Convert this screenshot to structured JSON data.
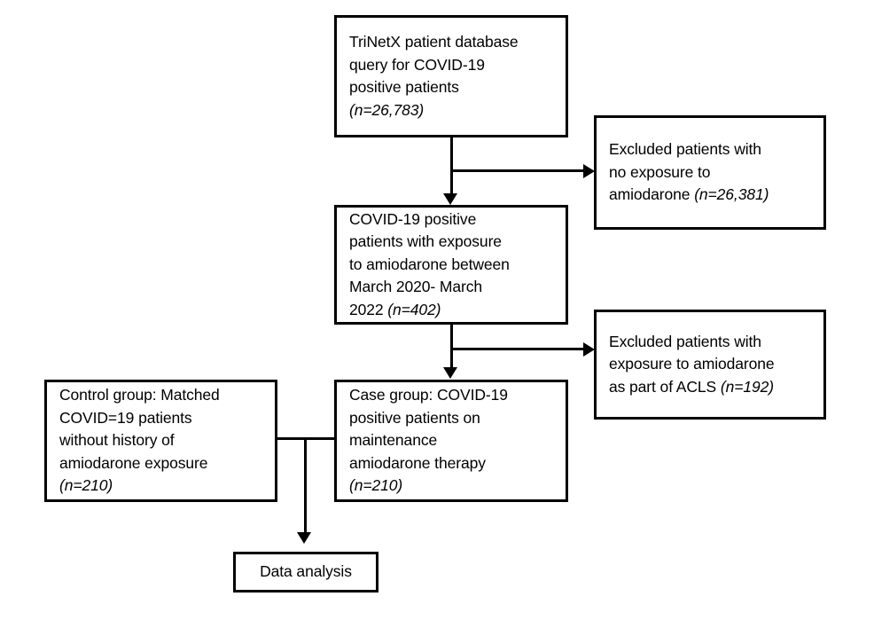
{
  "diagram": {
    "title": "Study population flow diagram",
    "colors": {
      "stroke": "#000000",
      "background": "#ffffff",
      "text": "#000000"
    },
    "nodes": {
      "source": {
        "name": "TriNetX source query",
        "lines": [
          {
            "text": "TriNetX patient database",
            "italic": false
          },
          {
            "text": "query for COVID-19",
            "italic": false
          },
          {
            "text": "positive patients",
            "italic": false
          },
          {
            "text": "(n=26,783)",
            "italic": true
          }
        ],
        "count": "26,783"
      },
      "exposed": {
        "name": "COVID-19 positive with amiodarone exposure",
        "lines": [
          {
            "text": "COVID-19 positive",
            "italic": false
          },
          {
            "text": "patients with exposure",
            "italic": false
          },
          {
            "text": "to amiodarone between",
            "italic": false
          },
          {
            "text": "March 2020- March",
            "italic": false
          },
          {
            "text": "2022 (n=402)",
            "italic": false,
            "italic_tail": "(n=402)"
          }
        ],
        "count": "402"
      },
      "excluded_1": {
        "name": "Excluded no exposure",
        "lines": [
          {
            "text": "Excluded patients with",
            "italic": false
          },
          {
            "text": "no exposure to",
            "italic": false
          },
          {
            "text": "amiodarone (n=26,381)",
            "italic": false,
            "italic_tail": "(n=26,381)"
          }
        ],
        "count": "26,381"
      },
      "excluded_2": {
        "name": "Excluded ACLS exposure",
        "lines": [
          {
            "text": "Excluded patients with",
            "italic": false
          },
          {
            "text": "exposure to amiodarone",
            "italic": false
          },
          {
            "text": "as part of ACLS (n=192)",
            "italic": false,
            "italic_tail": "(n=192)"
          }
        ],
        "count": "192"
      },
      "control": {
        "name": "Control group",
        "lines": [
          {
            "text": "Control group: Matched",
            "italic": false
          },
          {
            "text": "COVID=19 patients",
            "italic": false
          },
          {
            "text": "without history of",
            "italic": false
          },
          {
            "text": "amiodarone exposure",
            "italic": false
          },
          {
            "text": "(n=210)",
            "italic": true
          }
        ],
        "count": "210"
      },
      "case": {
        "name": "Case group",
        "lines": [
          {
            "text": "Case group: COVID-19",
            "italic": false
          },
          {
            "text": "positive patients on",
            "italic": false
          },
          {
            "text": "maintenance",
            "italic": false
          },
          {
            "text": "amiodarone therapy",
            "italic": false
          },
          {
            "text": "(n=210)",
            "italic": true
          }
        ],
        "count": "210"
      },
      "analysis": {
        "name": "Data analysis",
        "lines": [
          {
            "text": "Data analysis",
            "italic": false
          }
        ]
      }
    }
  }
}
